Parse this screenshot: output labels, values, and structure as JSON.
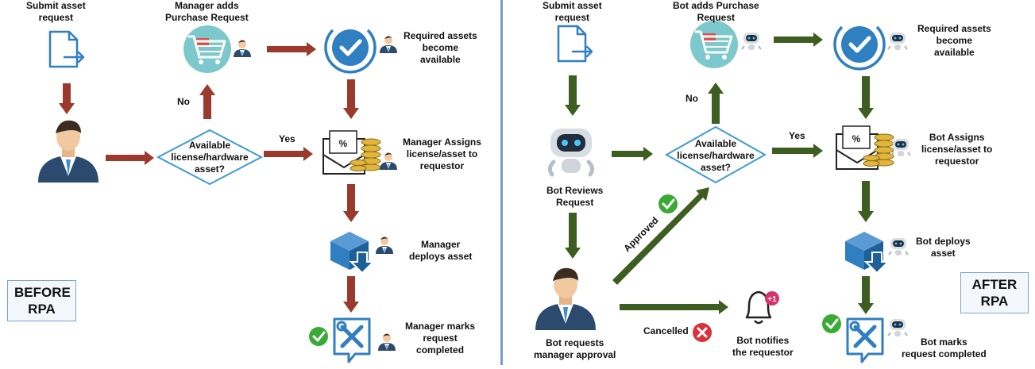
{
  "before": {
    "badge": "BEFORE\nRPA",
    "submit": "Submit asset\nrequest",
    "purchase": "Manager adds\nPurchase Request",
    "required": "Required assets\nbecome\navailable",
    "decision": "Available\nlicense/hardware\nasset?",
    "no": "No",
    "yes": "Yes",
    "assigns": "Manager Assigns\nlicense/asset to\nrequestor",
    "deploys": "Manager\ndeploys asset",
    "marks": "Manager marks\nrequest\ncompleted"
  },
  "after": {
    "badge": "AFTER\nRPA",
    "submit": "Submit asset\nrequest",
    "purchase": "Bot adds Purchase\nRequest",
    "required": "Required assets\nbecome\navailable",
    "reviews": "Bot Reviews\nRequest",
    "decision": "Available\nlicense/hardware\nasset?",
    "no": "No",
    "yes": "Yes",
    "assigns": "Bot Assigns\nlicense/asset to\nrequestor",
    "approved": "Approved",
    "cancelled": "Cancelled",
    "approval": "Bot requests\nmanager approval",
    "notifies": "Bot notifies\nthe requestor",
    "notify_badge": "+1",
    "deploys": "Bot deploys\nasset",
    "marks": "Bot marks\nrequest completed"
  },
  "icons": {
    "document": "document-arrow-icon",
    "cart": "shopping-cart-icon",
    "check_circle": "check-circle-icon",
    "manager": "manager-avatar-icon",
    "robot": "robot-icon",
    "envelope": "envelope-coins-icon",
    "box": "box-download-icon",
    "tools": "wrench-screwdriver-icon",
    "bell": "bell-notification-icon"
  },
  "colors": {
    "arrow_before": "#9b3a2c",
    "arrow_after": "#3d5e20",
    "accent_blue": "#2f7fc1",
    "diamond_border": "#3d9ad6",
    "check_green": "#3aa935",
    "cancel_red": "#d8333b",
    "divider": "#6e9fd0"
  }
}
